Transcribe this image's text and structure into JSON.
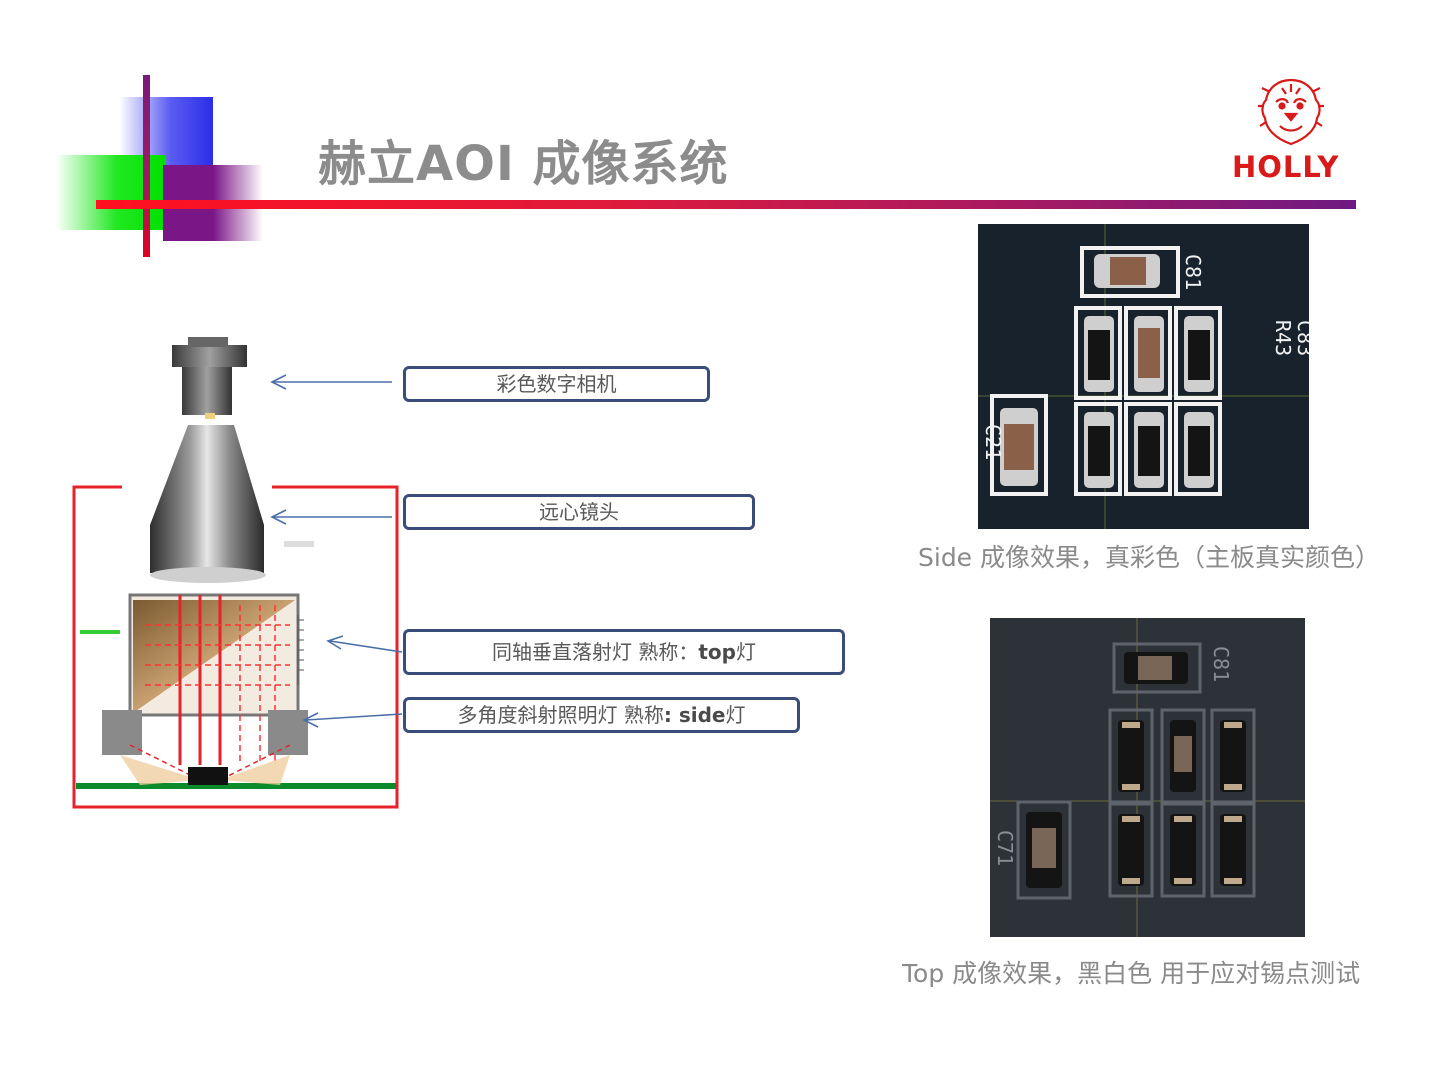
{
  "page": {
    "title": "赫立AOI 成像系统"
  },
  "logo": {
    "text": "HOLLY",
    "icon": "lion-head-icon",
    "color": "#d81a1a"
  },
  "labels": {
    "camera": "彩色数字相机",
    "lens": "远心镜头",
    "top_light_main": "同轴垂直落射灯   熟称：",
    "top_light_bold": "top",
    "top_light_tail": "灯",
    "side_light_main": "多角度斜射照明灯 熟称",
    "side_light_bold": ": side",
    "side_light_tail": "灯"
  },
  "photos": {
    "side_caption": "Side 成像效果，真彩色（主板真实颜色）",
    "top_caption": "Top  成像效果，黑白色 用于应对锡点测试"
  },
  "colors": {
    "accent_red": "#ff1020",
    "accent_purple": "#6e1a82",
    "box_border": "#3a4d7a"
  }
}
